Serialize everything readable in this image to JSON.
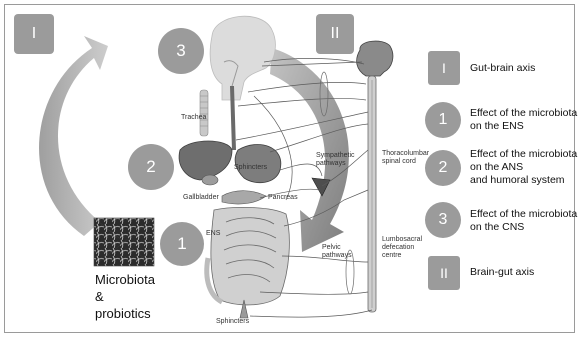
{
  "badges": {
    "top_left_square": "I",
    "top_right_square": "II",
    "circle_cns": "3",
    "circle_ans": "2",
    "circle_ens": "1"
  },
  "anatomy_labels": {
    "trachea": "Trachea",
    "sphincters_upper": "Sphincters",
    "gallbladder": "Gallbladder",
    "pancreas": "Pancreas",
    "ens": "ENS",
    "sympathetic": [
      "Sympathetic",
      "pathways"
    ],
    "thoracolumbar": [
      "Thoracolumbar",
      "spinal cord"
    ],
    "pelvic": [
      "Pelvic",
      "pathways"
    ],
    "lumbosacral": [
      "Lumbosacral",
      "defecation",
      "centre"
    ],
    "sphincters_lower": "Sphincters"
  },
  "microbiota": [
    "Microbiota",
    "&",
    "probiotics"
  ],
  "legend": [
    {
      "marker": "I",
      "shape": "square",
      "text": [
        "Gut-brain axis"
      ]
    },
    {
      "marker": "1",
      "shape": "circle",
      "text": [
        "Effect of the microbiota",
        "on the ENS"
      ]
    },
    {
      "marker": "2",
      "shape": "circle",
      "text": [
        "Effect of the microbiota",
        "on the ANS",
        "and humoral system"
      ]
    },
    {
      "marker": "3",
      "shape": "circle",
      "text": [
        "Effect of the microbiota",
        "on the CNS"
      ]
    },
    {
      "marker": "II",
      "shape": "square",
      "text": [
        "Brain-gut axis"
      ]
    }
  ],
  "colors": {
    "badge": "#9b9b9b",
    "arrow": "#a8a8a8",
    "organ_dark": "#7a7a7a",
    "organ_light": "#c8c8c8",
    "frame": "#9a9a9a"
  }
}
